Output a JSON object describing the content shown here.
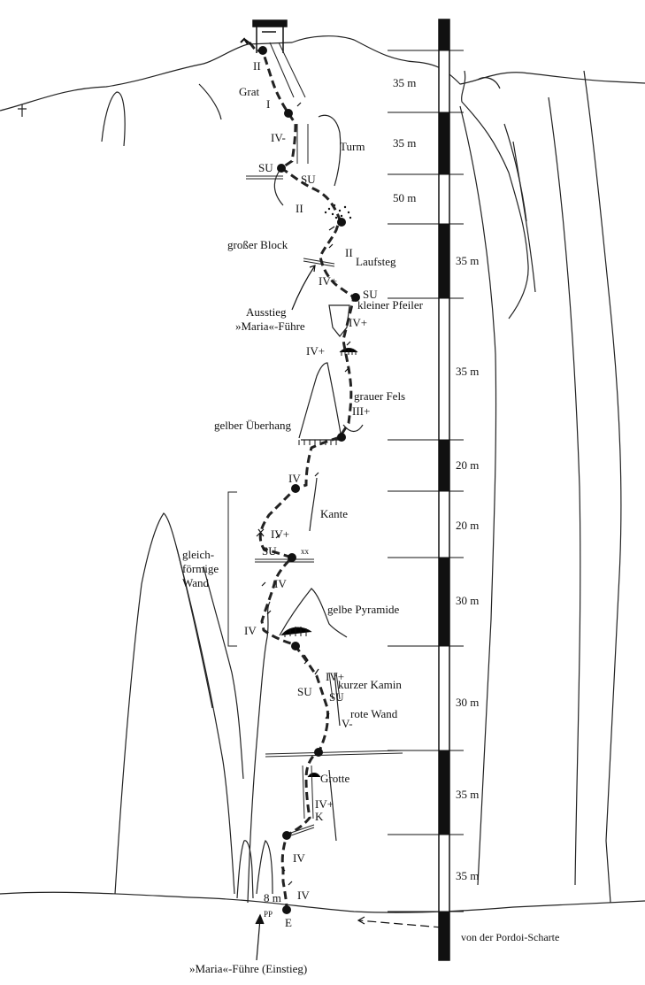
{
  "route": {
    "start_label": "»Maria«-Führe (Einstieg)",
    "approach_label": "von der Pordoi-Scharte",
    "exit_maria_line1": "Ausstieg",
    "exit_maria_line2": "»Maria«-Führe"
  },
  "features": {
    "grat": "Grat",
    "turm": "Turm",
    "grosser_block": "großer Block",
    "laufsteg": "Laufsteg",
    "kleiner_pfeiler": "kleiner Pfeiler",
    "grauer_fels": "grauer Fels",
    "gelber_ueberhang": "gelber Überhang",
    "kante": "Kante",
    "gleichfoermige_1": "gleich-",
    "gleichfoermige_2": "förmige",
    "gleichfoermige_3": "Wand",
    "gelbe_pyramide": "gelbe Pyramide",
    "kurzer_kamin": "kurzer Kamin",
    "rote_wand": "rote Wand",
    "grotte": "Grotte"
  },
  "grades": {
    "g_top": "II",
    "g_grat": "I",
    "g_iv_minus_1": "IV-",
    "g_ii_su": "II",
    "g_ii_lauf": "II",
    "g_iv_plus_1": "IV+",
    "g_iv_plus_2": "IV+",
    "g_iv_plus_3": "IV+",
    "g_iii_plus": "III+",
    "g_iv_1": "IV",
    "g_iv_plus_4": "IV+",
    "g_iv_2": "IV",
    "g_iv_3": "IV",
    "g_iv_plus_5": "IV+",
    "g_v_minus": "V-",
    "g_iv_plus_6": "IV+",
    "g_k": "K",
    "g_iv_4": "IV",
    "g_iv_5": "IV",
    "e_start": "E",
    "m8": "8 m"
  },
  "stands": {
    "su1": "SU",
    "su2": "SU",
    "su3": "SU",
    "su4": "SU",
    "su5": "SU",
    "su6": "SU"
  },
  "pitch_lengths": [
    "35 m",
    "35 m",
    "50 m",
    "35 m",
    "35 m",
    "20 m",
    "20 m",
    "30 m",
    "30 m",
    "35 m",
    "35 m"
  ]
}
